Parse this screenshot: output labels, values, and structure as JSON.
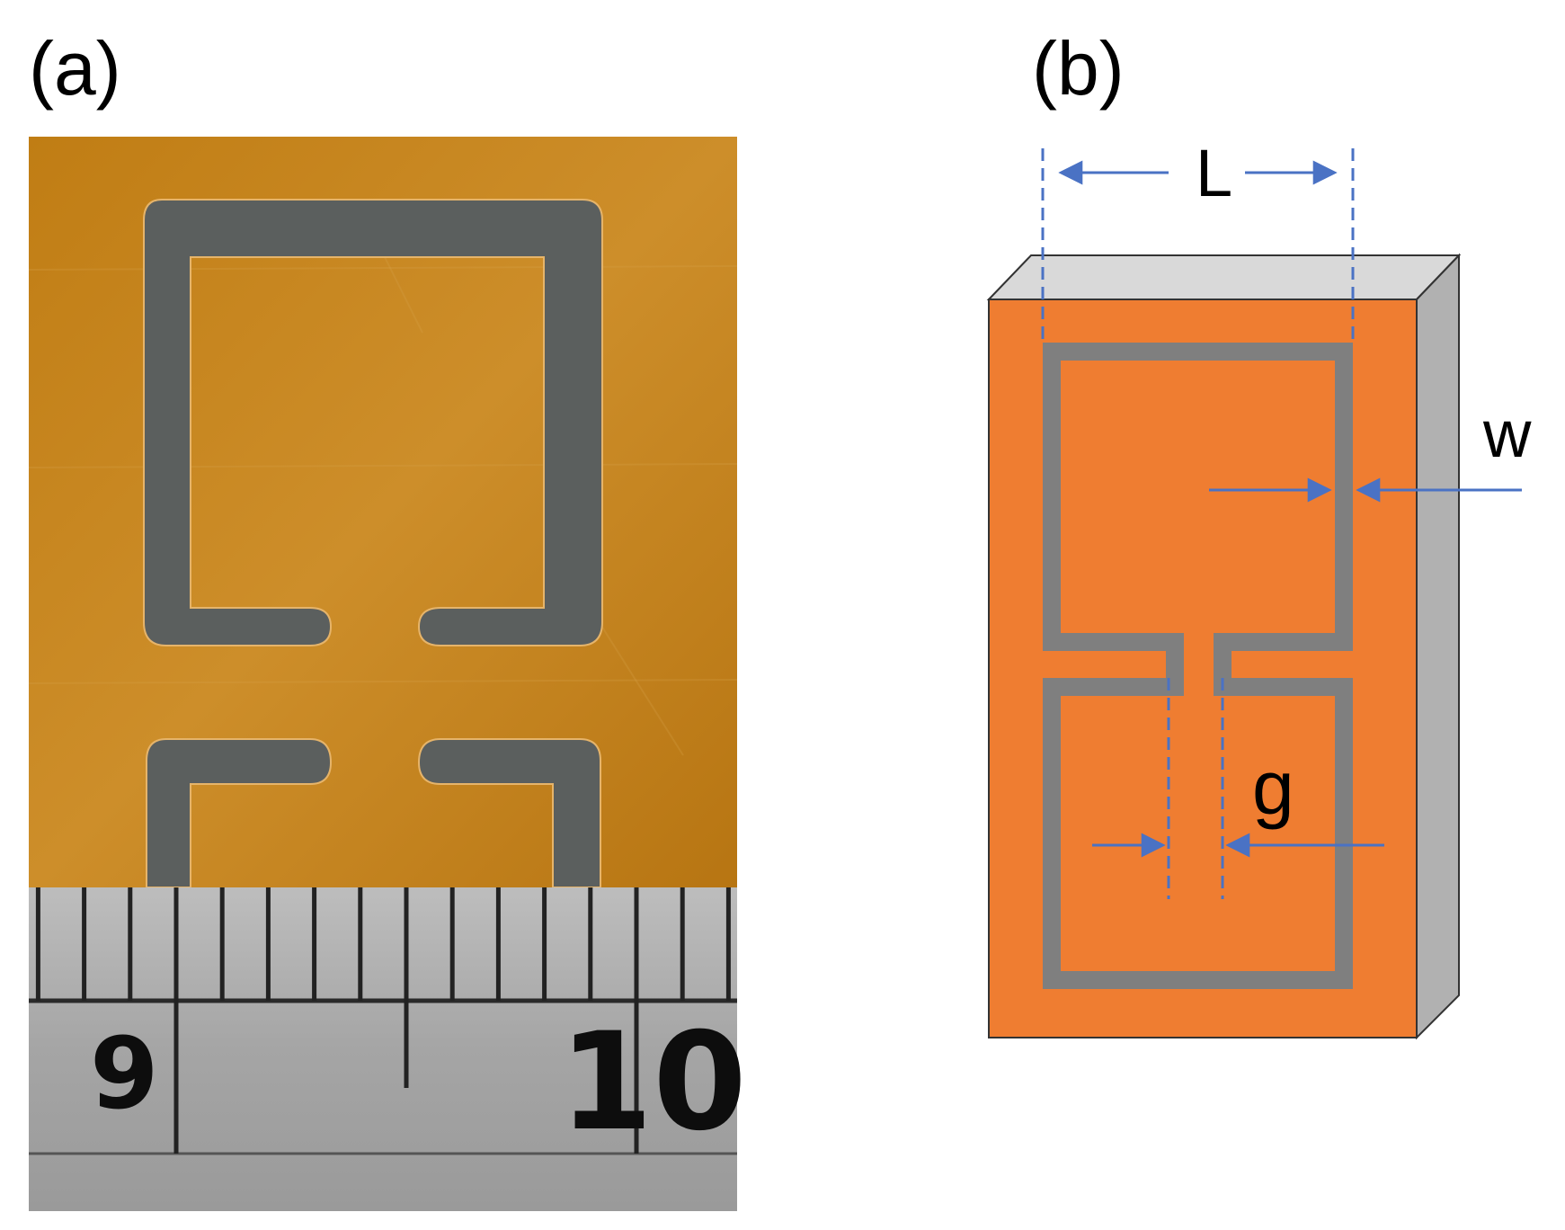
{
  "panels": {
    "a": {
      "label": "(a)"
    },
    "b": {
      "label": "(b)"
    }
  },
  "ruler": {
    "numbers": [
      "9",
      "10"
    ]
  },
  "dimensions": {
    "L": "L",
    "w": "w",
    "g": "g"
  },
  "colors": {
    "substrate_photo": "#c8881c",
    "copper_diagram": "#ef7d31",
    "trace_gray": "#7f7f7f",
    "arrow_blue": "#4a72c4",
    "ruler_metal": "#a9a9a9",
    "board_top": "#d9d9d9",
    "board_side": "#b1b1b1"
  }
}
